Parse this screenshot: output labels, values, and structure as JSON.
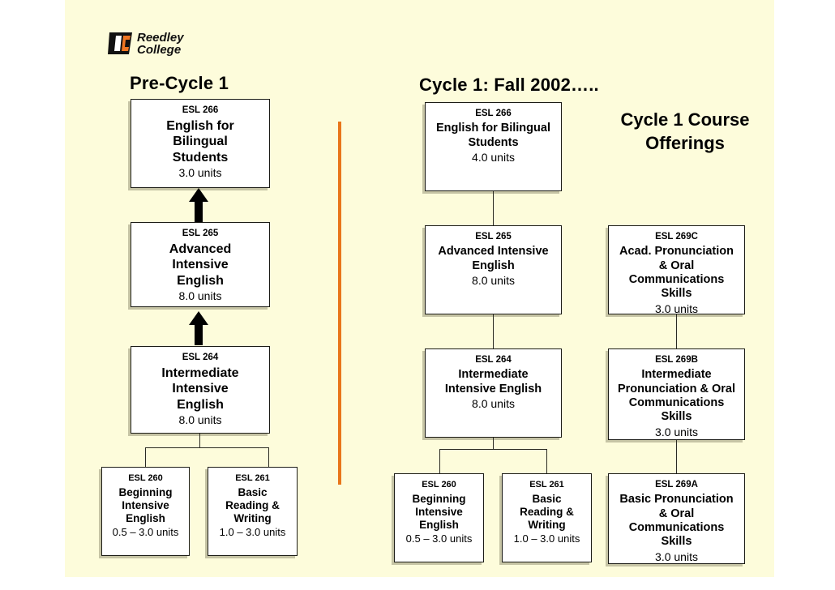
{
  "logo": {
    "name": "Reedley College",
    "line1": "Reedley",
    "line2": "College",
    "monogram": "RC",
    "accent_color": "#ef7622",
    "text_color": "#111111"
  },
  "slide": {
    "background_color": "#fdfcdb",
    "divider_color": "#e8761a"
  },
  "columns": {
    "pre_cycle_title": "Pre-Cycle 1",
    "cycle_title": "Cycle 1: Fall 2002…..",
    "side_heading": "Cycle 1\nCourse\nOfferings"
  },
  "pre_cycle_courses": [
    {
      "code": "ESL 266",
      "name": "English for\nBilingual\nStudents",
      "units": "3.0 units"
    },
    {
      "code": "ESL 265",
      "name": "Advanced\nIntensive\nEnglish",
      "units": "8.0 units"
    },
    {
      "code": "ESL 264",
      "name": "Intermediate\nIntensive\nEnglish",
      "units": "8.0 units"
    },
    {
      "code": "ESL 260",
      "name": "Beginning\nIntensive\nEnglish",
      "units": "0.5 – 3.0 units"
    },
    {
      "code": "ESL 261",
      "name": "Basic\nReading &\nWriting",
      "units": "1.0 – 3.0 units"
    }
  ],
  "cycle1_intensive_courses": [
    {
      "code": "ESL 266",
      "name": "English for Bilingual\nStudents",
      "units": "4.0 units"
    },
    {
      "code": "ESL 265",
      "name": "Advanced Intensive\nEnglish",
      "units": "8.0 units"
    },
    {
      "code": "ESL 264",
      "name": "Intermediate\nIntensive English",
      "units": "8.0 units"
    },
    {
      "code": "ESL 260",
      "name": "Beginning\nIntensive\nEnglish",
      "units": "0.5 – 3.0 units"
    },
    {
      "code": "ESL 261",
      "name": "Basic\nReading &\nWriting",
      "units": "1.0 – 3.0 units"
    }
  ],
  "cycle1_pronunciation_courses": [
    {
      "code": "ESL 269C",
      "name": "Acad. Pronunciation\n& Oral\nCommunications\nSkills",
      "units": "3.0 units"
    },
    {
      "code": "ESL 269B",
      "name": "Intermediate\nPronunciation & Oral\nCommunications\nSkills",
      "units": "3.0 units"
    },
    {
      "code": "ESL 269A",
      "name": "Basic Pronunciation\n& Oral\nCommunications\nSkills",
      "units": "3.0 units"
    }
  ]
}
